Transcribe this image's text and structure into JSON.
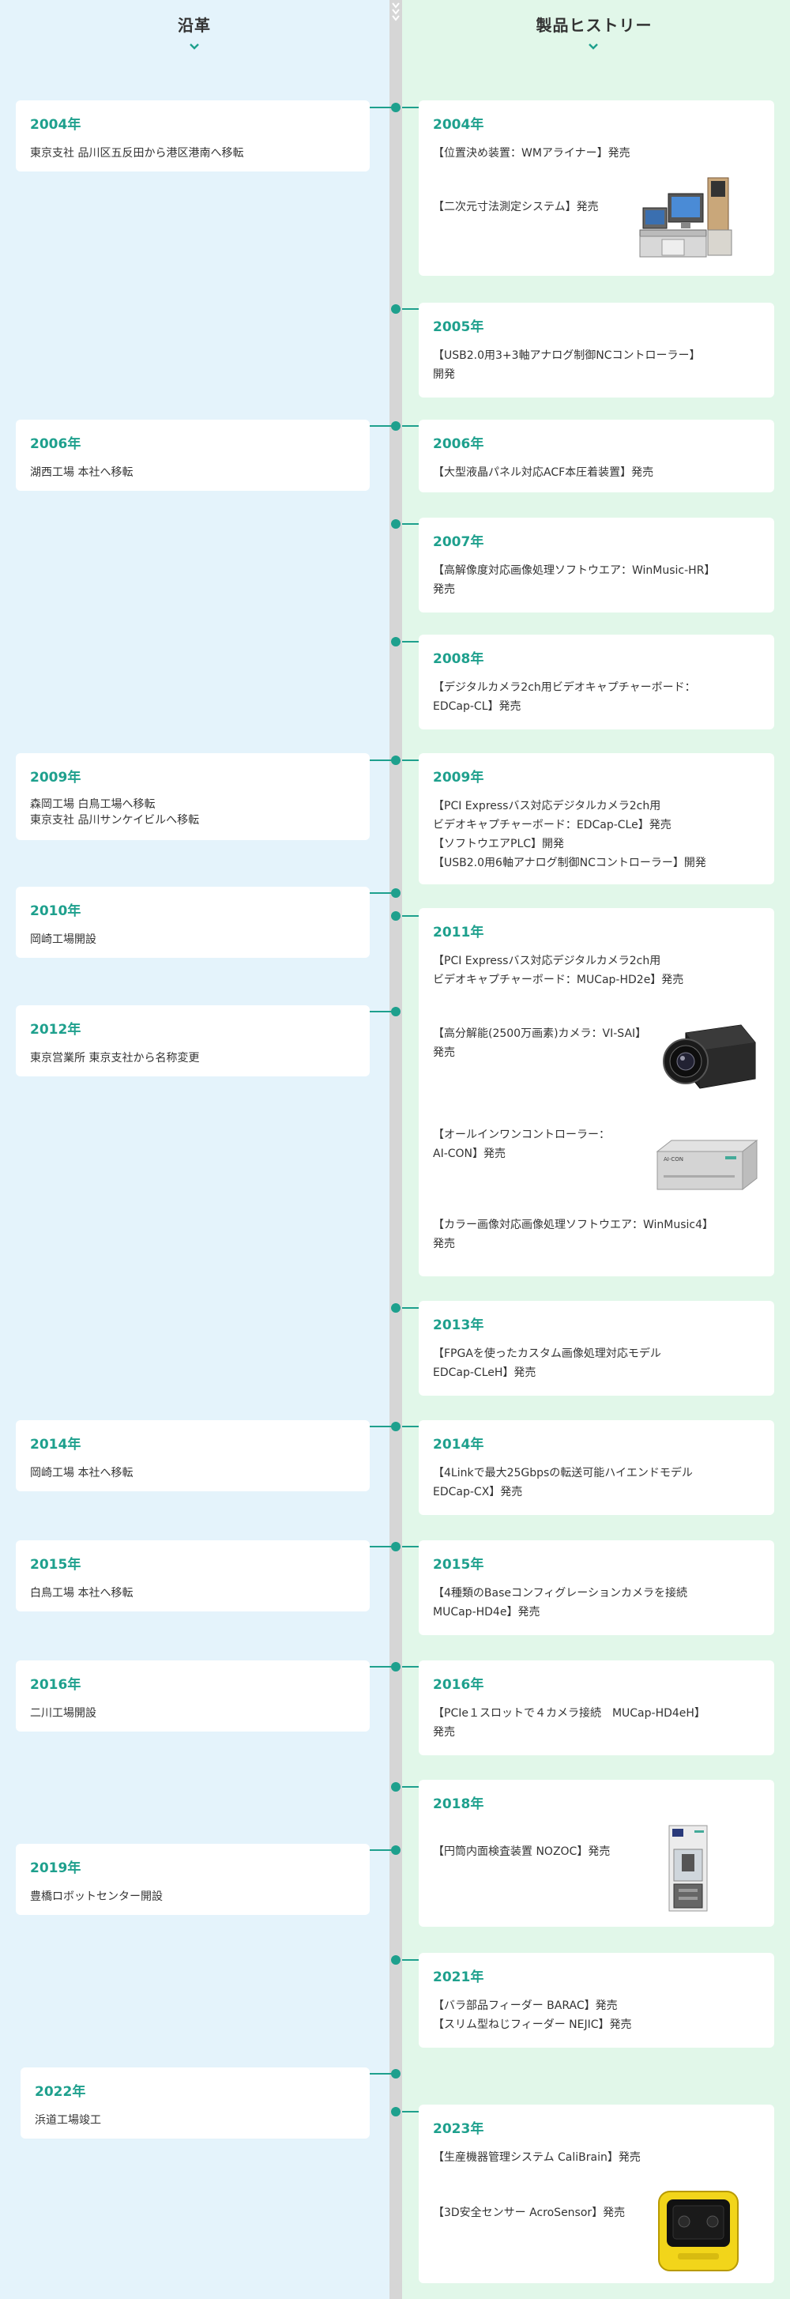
{
  "headers": {
    "left": "沿革",
    "right": "製品ヒストリー"
  },
  "colors": {
    "accent": "#1ea08d",
    "left_bg": "#e4f3fb",
    "right_bg": "#e1f7e9"
  },
  "history": [
    {
      "year": "2004年",
      "lines": [
        "東京支社 品川区五反田から港区港南へ移転"
      ]
    },
    {
      "year": "2006年",
      "lines": [
        "湖西工場 本社へ移転"
      ]
    },
    {
      "year": "2009年",
      "lines": [
        "森岡工場 白鳥工場へ移転",
        "東京支社 品川サンケイビルへ移転"
      ]
    },
    {
      "year": "2010年",
      "lines": [
        "岡崎工場開設"
      ]
    },
    {
      "year": "2012年",
      "lines": [
        "東京営業所 東京支社から名称変更"
      ]
    },
    {
      "year": "2014年",
      "lines": [
        "岡崎工場 本社へ移転"
      ]
    },
    {
      "year": "2015年",
      "lines": [
        "白鳥工場 本社へ移転"
      ]
    },
    {
      "year": "2016年",
      "lines": [
        "二川工場開設"
      ]
    },
    {
      "year": "2019年",
      "lines": [
        "豊橋ロボットセンター開設"
      ]
    },
    {
      "year": "2022年",
      "lines": [
        "浜道工場竣工"
      ]
    }
  ],
  "products": [
    {
      "year": "2004年",
      "lines": [
        "【位置決め装置：WMアライナー】発売",
        "【二次元寸法測定システム】発売"
      ],
      "image": "measurement-system-icon"
    },
    {
      "year": "2005年",
      "lines": [
        "【USB2.0用3+3軸アナログ制御NCコントローラー】",
        "開発"
      ]
    },
    {
      "year": "2006年",
      "lines": [
        "【大型液晶パネル対応ACF本圧着装置】発売"
      ]
    },
    {
      "year": "2007年",
      "lines": [
        "【高解像度対応画像処理ソフトウエア：WinMusic-HR】",
        "発売"
      ]
    },
    {
      "year": "2008年",
      "lines": [
        "【デジタルカメラ2ch用ビデオキャプチャーボード：",
        "EDCap-CL】発売"
      ]
    },
    {
      "year": "2009年",
      "lines": [
        "【PCI Expressバス対応デジタルカメラ2ch用",
        "ビデオキャプチャーボード：EDCap-CLe】発売",
        "【ソフトウエアPLC】開発",
        "【USB2.0用6軸アナログ制御NCコントローラー】開発"
      ]
    },
    {
      "year": "2011年",
      "lines": [
        "【PCI Expressバス対応デジタルカメラ2ch用",
        "ビデオキャプチャーボード：MUCap-HD2e】発売",
        "【高分解能(2500万画素)カメラ：VI-SAI】",
        "発売",
        "【オールインワンコントローラー：",
        "AI-CON】発売",
        "【カラー画像対応画像処理ソフトウエア：WinMusic4】",
        "発売"
      ],
      "images": [
        "camera-icon",
        "controller-icon"
      ],
      "image_label": "AI-CON"
    },
    {
      "year": "2013年",
      "lines": [
        "【FPGAを使ったカスタム画像処理対応モデル",
        "EDCap-CLeH】発売"
      ]
    },
    {
      "year": "2014年",
      "lines": [
        "【4Linkで最大25Gbpsの転送可能ハイエンドモデル",
        "EDCap-CX】発売"
      ]
    },
    {
      "year": "2015年",
      "lines": [
        "【4種類のBaseコンフィグレーションカメラを接続",
        "MUCap-HD4e】発売"
      ]
    },
    {
      "year": "2016年",
      "lines": [
        "【PCIe１スロットで４カメラ接続　MUCap-HD4eH】",
        "発売"
      ]
    },
    {
      "year": "2018年",
      "lines": [
        "【円筒内面検査装置 NOZOC】発売"
      ],
      "image": "inspection-machine-icon"
    },
    {
      "year": "2021年",
      "lines": [
        "【バラ部品フィーダー BARAC】発売",
        "【スリム型ねじフィーダー NEJIC】発売"
      ]
    },
    {
      "year": "2023年",
      "lines": [
        "【生産機器管理システム CaliBrain】発売",
        "【3D安全センサー AcroSensor】発売"
      ],
      "image": "sensor-icon"
    }
  ]
}
